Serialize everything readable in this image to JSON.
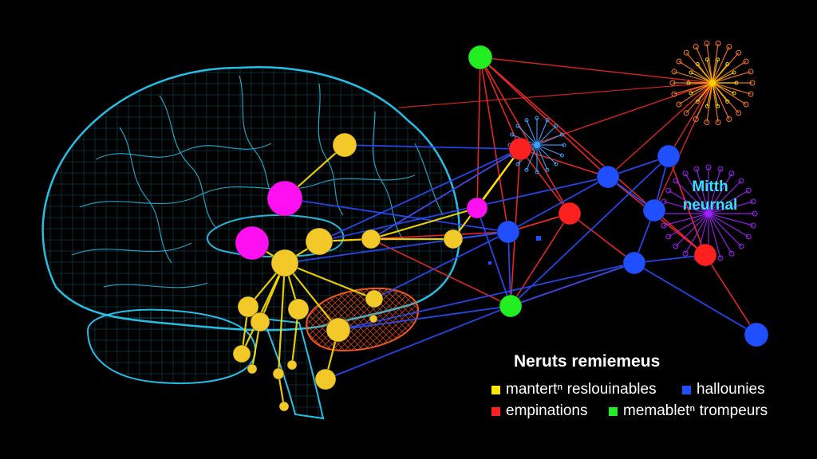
{
  "legend": {
    "title": "Neruts remiemeus",
    "items": [
      {
        "label": "mantertⁿ reslouinables",
        "color": "#ffe600"
      },
      {
        "label": "hallounies",
        "color": "#1f4fff"
      },
      {
        "label": "empinations",
        "color": "#ff2020"
      },
      {
        "label": "memabletⁿ trompeurs",
        "color": "#22ee22"
      }
    ]
  },
  "cluster_label": {
    "line1": "Mitth",
    "line2": "neurnal"
  },
  "colors": {
    "brain": "#2ad4ff",
    "yellow_node": "#f2c928",
    "magenta_node": "#ff10f0",
    "blue_node": "#1f4fff",
    "red_node": "#ff2020",
    "green_node": "#22ee22",
    "red_link": "#ff2a2a",
    "blue_link": "#2a4dff",
    "yellow_link": "#ffe000",
    "orange_region": "#ff5a1f",
    "purple_neuron": "#a020ff"
  }
}
